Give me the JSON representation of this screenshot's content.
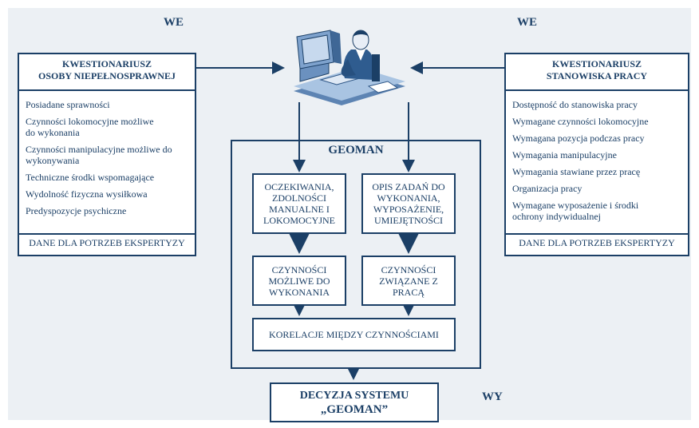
{
  "we_left": "WE",
  "we_right": "WE",
  "wy": "WY",
  "left_questionnaire": {
    "title_line1": "KWESTIONARIUSZ",
    "title_line2": "OSOBY NIEPEŁNOSPRAWNEJ",
    "items": [
      "Posiadane sprawności",
      "Czynności lokomocyjne możliwe do wykonania",
      "Czynności manipulacyjne możliwe do wykonywania",
      "Techniczne środki wspomagające",
      "Wydolność fizyczna wysiłkowa",
      "Predyspozycje psychiczne"
    ],
    "footer": "DANE DLA POTRZEB EKSPERTYZY"
  },
  "right_questionnaire": {
    "title_line1": "KWESTIONARIUSZ",
    "title_line2": "STANOWISKA PRACY",
    "items": [
      "Dostępność do stanowiska pracy",
      "Wymagane czynności lokomocyjne",
      "Wymagana pozycja podczas pracy",
      "Wymagania manipulacyjne",
      "Wymagania stawiane przez pracę",
      "Organizacja pracy",
      "Wymagane wyposażenie i środki ochrony indywidualnej"
    ],
    "footer": "DANE DLA POTRZEB EKSPERTYZY"
  },
  "geoman": {
    "title": "GEOMAN",
    "box_expectations": "OCZEKIWANIA, ZDOLNOŚCI MANUALNE I LOKOMOCYJNE",
    "box_tasks": "OPIS ZADAŃ DO WYKONANIA, WYPOSAŻENIE, UMIEJĘTNOŚCI",
    "box_possible": "CZYNNOŚCI MOŻLIWE DO WYKONANIA",
    "box_work": "CZYNNOŚCI ZWIĄZANE Z PRACĄ",
    "box_correlation": "KORELACJE MIĘDZY CZYNNOŚCIAMI"
  },
  "decision": {
    "line1": "DECYZJA SYSTEMU",
    "line2": "„GEOMAN”"
  },
  "icons": {
    "computer_operator": "computer-operator-icon"
  },
  "colors": {
    "primary": "#1b3f66",
    "background": "#ecf0f4"
  }
}
